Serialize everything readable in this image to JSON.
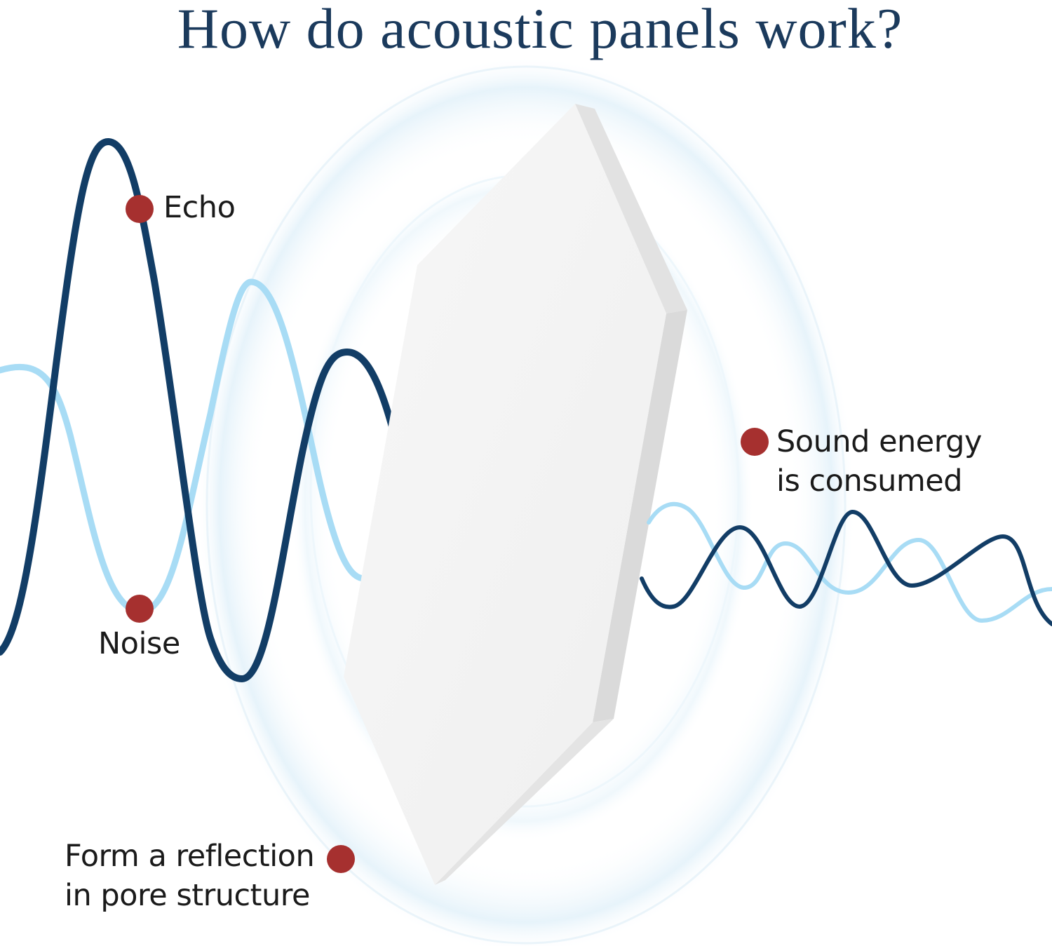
{
  "title": "How do acoustic panels work?",
  "labels": {
    "echo": "Echo",
    "noise": "Noise",
    "sound_energy_line1": "Sound energy",
    "sound_energy_line2": "is consumed",
    "reflection_line1": "Form a reflection",
    "reflection_line2": "in pore structure"
  },
  "colors": {
    "title": "#1b3a5c",
    "wave_dark": "#123d66",
    "wave_light": "#a8dcf5",
    "marker": "#a6302f",
    "panel_face": "#f3f3f3",
    "panel_edge": "#dcdcdc",
    "halo": "#eaf5fb"
  },
  "icons": {
    "marker": "red-dot-icon",
    "panel": "hexagon-acoustic-panel"
  }
}
